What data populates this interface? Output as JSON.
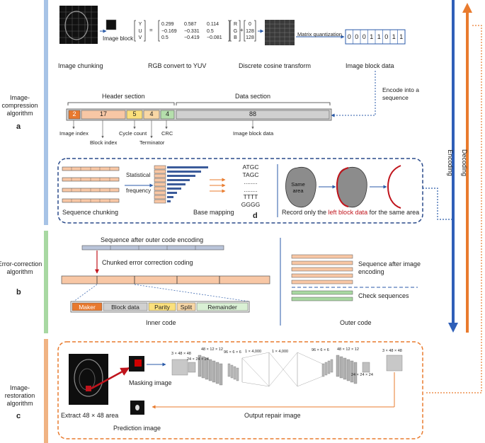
{
  "sides": {
    "a": "Image-compression algorithm",
    "a_letter": "a",
    "b": "Error-correction algorithm",
    "b_letter": "b",
    "c": "Image-restoration algorithm",
    "c_letter": "c"
  },
  "arrows": {
    "encoding": "Encoding",
    "decoding": "Decoding"
  },
  "a": {
    "image_block": "Image block",
    "image_chunking": "Image chunking",
    "rgb_yuv": "RGB convert to YUV",
    "dct": "Discrete cosine transform",
    "image_block_data": "Image block data",
    "matrix_quantization": "Matrix quantization",
    "encode_into": "Encode into a sequence",
    "bits": [
      "0",
      "0",
      "0",
      "1",
      "1",
      "0",
      "1",
      "1"
    ],
    "header_section": "Header section",
    "data_section": "Data section",
    "seg_values": [
      "2",
      "17",
      "5",
      "4",
      "4",
      "88"
    ],
    "field_labels": [
      "Image index",
      "Block index",
      "Cycle count",
      "Terminator",
      "CRC",
      "Image block data"
    ]
  },
  "yuv": {
    "lhs": [
      "Y",
      "U",
      "V"
    ],
    "equals": "=",
    "rows": [
      [
        "0.299",
        "0.587",
        "0.114"
      ],
      [
        "−0.169",
        "−0.331",
        "0.5"
      ],
      [
        "0.5",
        "−0.419",
        "−0.081"
      ]
    ],
    "rgb": [
      "R",
      "G",
      "B"
    ],
    "plus": "+",
    "offset": [
      "0",
      "128",
      "128"
    ]
  },
  "d": {
    "statistical": "Statistical",
    "frequency": "frequency",
    "sequence_chunking": "Sequence chunking",
    "base_mapping": "Base mapping",
    "dna": [
      "ATGC",
      "TAGC",
      "........",
      "........",
      "TTTT",
      "GGGG"
    ],
    "letter": "d",
    "same_area": "Same area",
    "record_pre": "Record only the ",
    "record_highlight": "left block data",
    "record_post": " for the same area"
  },
  "b": {
    "seq_after_outer": "Sequence after outer code encoding",
    "chunked_ecc": "Chunked error correction coding",
    "inner_segments": [
      "Maker",
      "Block data",
      "Parity",
      "Split",
      "Remainder"
    ],
    "inner_code": "Inner code",
    "seq_after_image": "Sequence after image encoding",
    "check_sequences": "Check sequences",
    "outer_code": "Outer code"
  },
  "c": {
    "masking_image": "Masking image",
    "extract_area": "Extract 48 × 48 area",
    "output_repair": "Output repair image",
    "prediction_image": "Prediction image",
    "dims": [
      "3 × 48 × 48",
      "24 × 24 × 24",
      "48 × 12 × 12",
      "96 × 6 × 6",
      "1 × 4,000",
      "1 × 4,000",
      "96 × 6 × 6",
      "48 × 12 × 12",
      "24 × 24 × 24",
      "3 × 48 × 48"
    ]
  }
}
